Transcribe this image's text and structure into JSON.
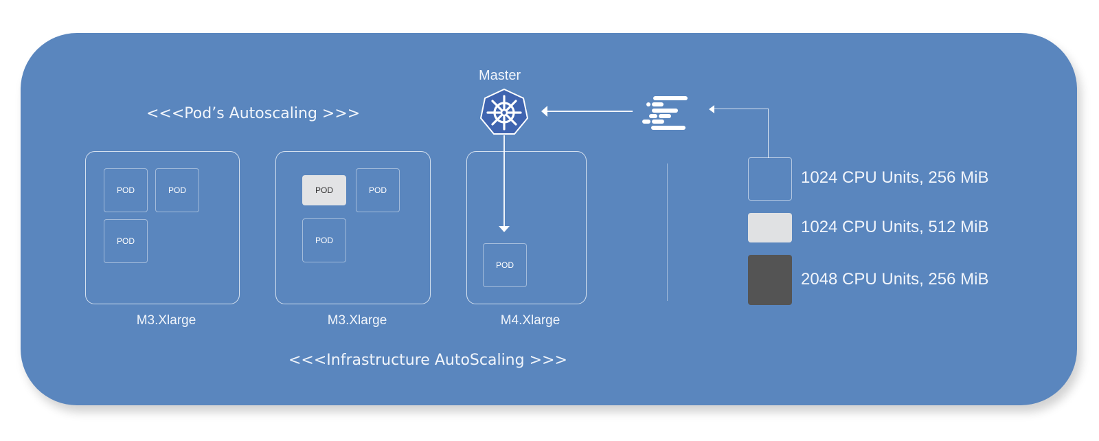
{
  "diagram": {
    "master_label": "Master",
    "pod_autoscaling_title": "<<<Pod’s Autoscaling >>>",
    "infra_autoscaling_title": "<<<Infrastructure AutoScaling >>>",
    "nodes": [
      {
        "label": "M3.Xlarge",
        "pods": [
          "POD",
          "POD",
          "POD"
        ]
      },
      {
        "label": "M3.Xlarge",
        "pods": [
          "POD",
          "POD",
          "POD"
        ]
      },
      {
        "label": "M4.Xlarge",
        "pods": [
          "POD"
        ]
      }
    ],
    "legend": [
      {
        "label": "1024 CPU Units, 256 MiB",
        "style": "outline"
      },
      {
        "label": "1024 CPU Units, 512 MiB",
        "style": "light",
        "color": "#e0e1e3"
      },
      {
        "label": "2048 CPU Units, 256 MiB",
        "style": "dark",
        "color": "#545454"
      }
    ],
    "icons": {
      "master": "kubernetes-helm-icon",
      "scheduler": "task-lines-icon"
    },
    "colors": {
      "panel": "#5a86be",
      "kubernetes_badge": "#3f64b0",
      "text": "#f1f5fb"
    }
  }
}
